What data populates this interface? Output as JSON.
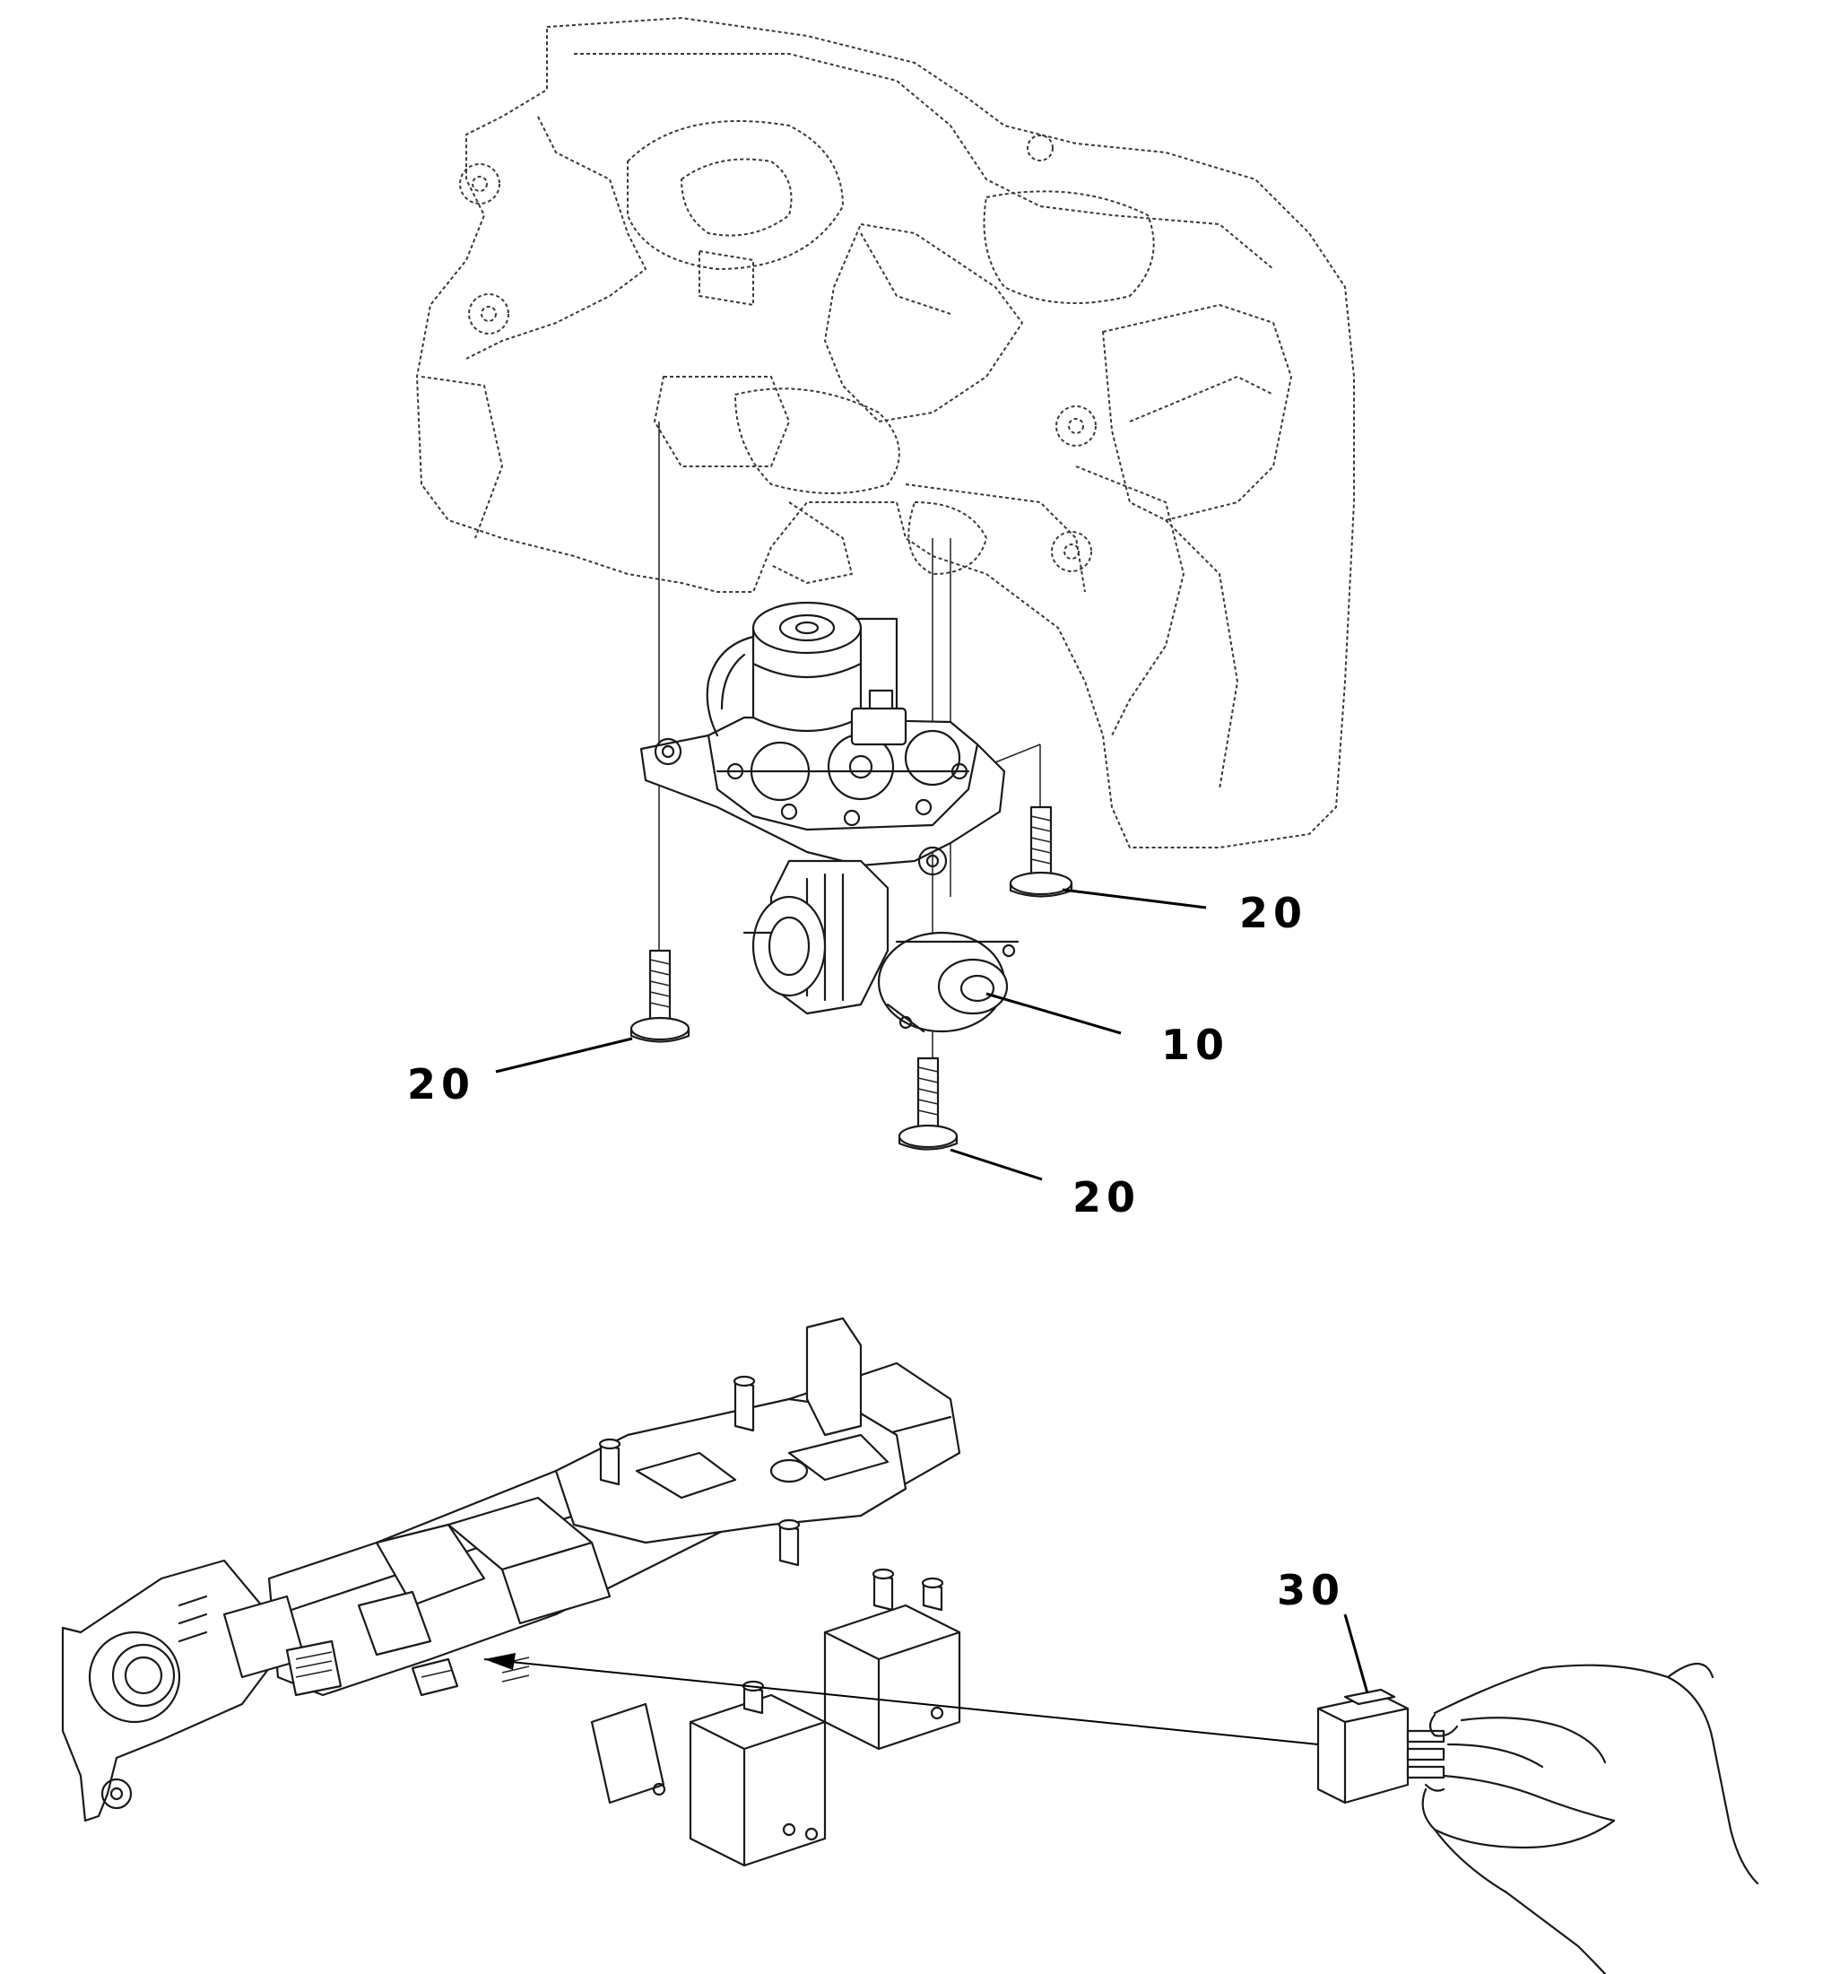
{
  "callouts": {
    "c10": "10",
    "c20_right": "20",
    "c20_left": "20",
    "c20_bottom": "20",
    "c30": "30"
  },
  "icons": {
    "housing": "gearbox-housing-outline",
    "actuator": "clutch-actuator-assembly",
    "bolt": "flange-bolt",
    "hydraulic_block": "hydraulic-control-block",
    "connector": "electrical-connector",
    "hand": "hand-holding-connector"
  },
  "colors": {
    "line": "#1a1a1a",
    "background": "#ffffff"
  }
}
